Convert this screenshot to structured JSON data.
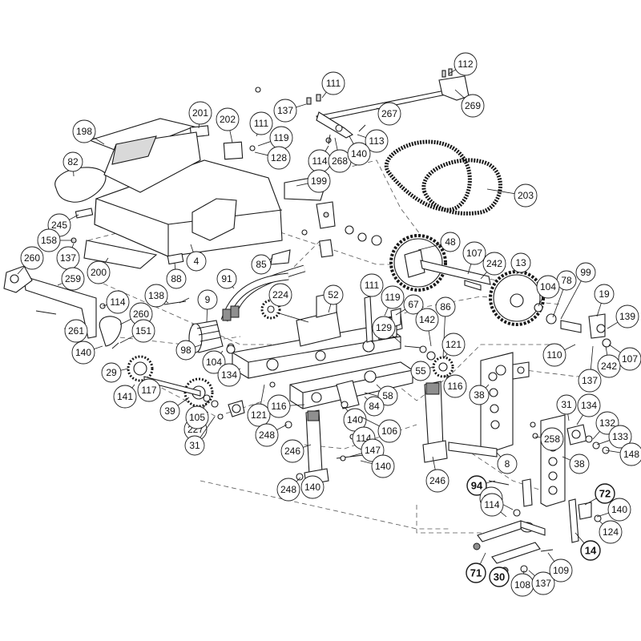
{
  "callouts": [
    {
      "label": "112"
    },
    {
      "label": "111"
    },
    {
      "label": "137"
    },
    {
      "label": "267"
    },
    {
      "label": "269"
    },
    {
      "label": "201"
    },
    {
      "label": "202"
    },
    {
      "label": "111"
    },
    {
      "label": "119"
    },
    {
      "label": "128"
    },
    {
      "label": "198"
    },
    {
      "label": "113"
    },
    {
      "label": "114"
    },
    {
      "label": "268"
    },
    {
      "label": "140"
    },
    {
      "label": "82"
    },
    {
      "label": "199"
    },
    {
      "label": "203"
    },
    {
      "label": "245"
    },
    {
      "label": "158"
    },
    {
      "label": "137"
    },
    {
      "label": "4"
    },
    {
      "label": "200"
    },
    {
      "label": "88"
    },
    {
      "label": "85"
    },
    {
      "label": "260"
    },
    {
      "label": "259"
    },
    {
      "label": "91"
    },
    {
      "label": "48"
    },
    {
      "label": "107"
    },
    {
      "label": "242"
    },
    {
      "label": "13"
    },
    {
      "label": "99"
    },
    {
      "label": "78"
    },
    {
      "label": "104"
    },
    {
      "label": "19"
    },
    {
      "label": "138"
    },
    {
      "label": "9"
    },
    {
      "label": "224"
    },
    {
      "label": "52"
    },
    {
      "label": "111"
    },
    {
      "label": "119"
    },
    {
      "label": "67"
    },
    {
      "label": "86"
    },
    {
      "label": "114"
    },
    {
      "label": "260"
    },
    {
      "label": "261"
    },
    {
      "label": "151"
    },
    {
      "label": "140"
    },
    {
      "label": "139"
    },
    {
      "label": "129"
    },
    {
      "label": "142"
    },
    {
      "label": "121"
    },
    {
      "label": "110"
    },
    {
      "label": "107"
    },
    {
      "label": "98"
    },
    {
      "label": "104"
    },
    {
      "label": "29"
    },
    {
      "label": "134"
    },
    {
      "label": "55"
    },
    {
      "label": "116"
    },
    {
      "label": "242"
    },
    {
      "label": "137"
    },
    {
      "label": "141"
    },
    {
      "label": "117"
    },
    {
      "label": "58"
    },
    {
      "label": "38"
    },
    {
      "label": "39"
    },
    {
      "label": "121"
    },
    {
      "label": "116"
    },
    {
      "label": "84"
    },
    {
      "label": "227"
    },
    {
      "label": "105"
    },
    {
      "label": "140"
    },
    {
      "label": "31"
    },
    {
      "label": "134"
    },
    {
      "label": "106"
    },
    {
      "label": "132"
    },
    {
      "label": "31"
    },
    {
      "label": "248"
    },
    {
      "label": "114"
    },
    {
      "label": "258"
    },
    {
      "label": "133"
    },
    {
      "label": "246"
    },
    {
      "label": "147"
    },
    {
      "label": "148"
    },
    {
      "label": "140"
    },
    {
      "label": "8"
    },
    {
      "label": "38"
    },
    {
      "label": "246"
    },
    {
      "label": "248"
    },
    {
      "label": "140"
    },
    {
      "label": "94",
      "bold": true
    },
    {
      "label": "179"
    },
    {
      "label": "72",
      "bold": true
    },
    {
      "label": "114"
    },
    {
      "label": "140"
    },
    {
      "label": "124"
    },
    {
      "label": "14",
      "bold": true
    },
    {
      "label": "71",
      "bold": true
    },
    {
      "label": "30",
      "bold": true
    },
    {
      "label": "108"
    },
    {
      "label": "137"
    },
    {
      "label": "109"
    }
  ]
}
